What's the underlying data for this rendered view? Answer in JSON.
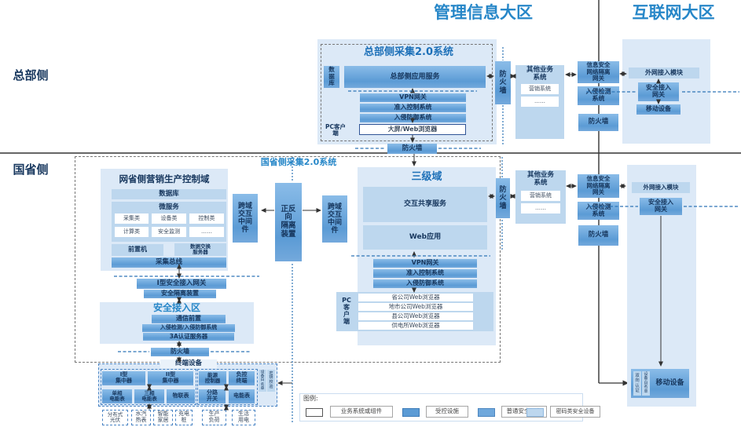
{
  "zones": {
    "mgmt": "管理信息大区",
    "internet": "互联网大区",
    "hq_side": "总部侧",
    "prov_side": "国省侧"
  },
  "hq": {
    "sys_title": "总部侧采集2.0系统",
    "db": "数\n据\n库",
    "app": "总部侧应用服务",
    "vpn": "VPN网关",
    "nac": "准入控制系统",
    "ips": "入侵防御系统",
    "pc": "PC客户端",
    "browser": "大屏/Web浏览器",
    "fw_h": "防火墙",
    "fw_v": "防\n火\n墙",
    "other": {
      "title": "其他业务\n系统",
      "item1": "营销系统",
      "item2": "……"
    },
    "iso_gw": "信息安全\n网络隔离\n网关",
    "ids": "入侵检测\n系统",
    "fw_r": "防火墙",
    "ext": "外网接入模块",
    "sec_gw": "安全接入\n网关",
    "mobile": "移动设备"
  },
  "prov": {
    "sys_title": "国省侧采集2.0系统",
    "ctrl": {
      "title": "网省侧营销生产控制域",
      "db": "数据库",
      "micro": "微服务",
      "cells": [
        "采集类",
        "设备类",
        "控制类",
        "计算类",
        "安全监测",
        "……"
      ],
      "front": "前置机",
      "exchange": "数据交换\n服务器",
      "bus": "采集总线"
    },
    "mw": "跨域\n交互\n中间\n件",
    "iso_dev": "正反\n向\n隔离\n装置",
    "l3": {
      "title": "三级域",
      "share": "交互共享服务",
      "web": "Web应用",
      "vpn": "VPN网关",
      "nac": "准入控制系统",
      "ips": "入侵防御系统",
      "pc": "PC\n客\n户\n端",
      "browsers": [
        "省公司Web浏览器",
        "地市公司Web浏览器",
        "县公司Web浏览器",
        "供电所Web浏览器"
      ]
    },
    "fw_v": "防\n火\n墙",
    "other": {
      "title": "其他业务\n系统",
      "item1": "营销系统",
      "item2": "……"
    },
    "iso_gw": "信息安全\n网络隔离\n网关",
    "ids": "入侵检测\n系统",
    "fw_r": "防火墙",
    "acc_gw": "I型安全接入网关",
    "iso2": "安全隔离装置",
    "saz": {
      "title": "安全接入区",
      "front": "通信前置",
      "idps": "入侵检测/入侵防御系统",
      "aaa": "3A认证服务器"
    },
    "fw_b": "防火墙",
    "ext": "外网接入模块",
    "sec_gw": "安全接入\n网关",
    "mobile": {
      "label": "移动设备",
      "strip1": "双\n向\n认\n证",
      "strip2": "设\n备\n白\n名\n单"
    }
  },
  "terminal": {
    "title": "终端设备",
    "r1": [
      "I型\n集中器",
      "II型\n集中器",
      "能源\n控制器",
      "负控\n终端"
    ],
    "r2": [
      "单相\n电能表",
      "三相\n电能表",
      "物联表",
      "分路\n开关",
      "电能表"
    ],
    "r3": [
      "分布式\n光伏",
      "水汽\n热表",
      "智能\n家居",
      "充电\n桩",
      "生产\n负荷",
      "生活\n用电"
    ],
    "strip1": "设\n备\n白\n名\n单",
    "strip2": "密\n钥\n校\n验"
  },
  "legend": {
    "label": "图例:",
    "items": [
      {
        "label": "业务系统或组件",
        "color": "#FFFFFF"
      },
      {
        "label": "受控设施",
        "color": "#5B9BD5"
      },
      {
        "label": "普通安全设备",
        "color": "#6FA8DC"
      },
      {
        "label": "密码类安全设备",
        "color": "#BDD7EE"
      }
    ]
  },
  "colors": {
    "zone_title": "#2787C8",
    "section_title": "#1D70B8",
    "dark_text": "#17375E",
    "bar_top": "#8ABCE8",
    "bar_bottom": "#5B9BD5",
    "light_bg": "#DCE9F7",
    "mid_bg": "#BDD7EE",
    "dashed_line": "#2E75B6",
    "solid_line": "#333333"
  }
}
